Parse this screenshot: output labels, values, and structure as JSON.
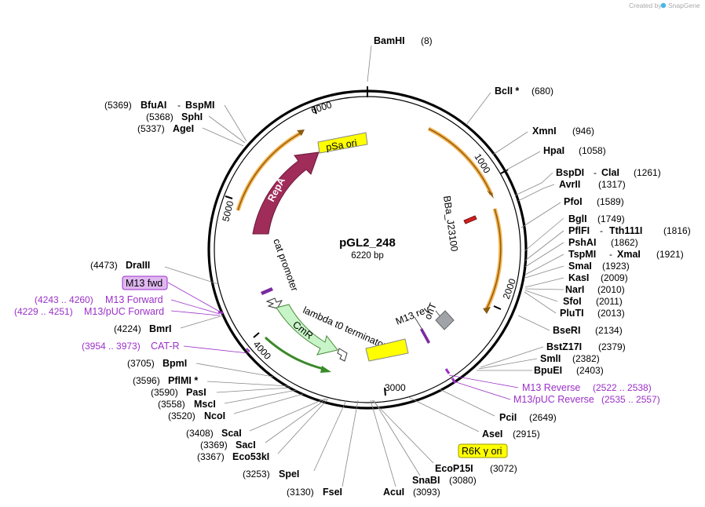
{
  "credit": {
    "prefix": "Created by",
    "brand": "SnapGene"
  },
  "plasmid": {
    "name": "pGL2_248",
    "size_label": "6220 bp"
  },
  "ticks": [
    "1000",
    "2000",
    "3000",
    "4000",
    "5000",
    "6000"
  ],
  "features": {
    "psa_ori": "pSa ori",
    "repa": "RepA",
    "bba": "BBa_J23100",
    "cat_promoter": "cat promoter",
    "lambda": "lambda t0 terminator",
    "cmr": "CmR",
    "m13rev": "M13 rev",
    "orit": "oriT"
  },
  "sites": [
    {
      "name": "BamHI",
      "num": "(8)"
    },
    {
      "name": "BclI *",
      "num": "(680)"
    },
    {
      "name": "XmnI",
      "num": "(946)"
    },
    {
      "name": "HpaI",
      "num": "(1058)"
    },
    {
      "name": "BspDI",
      "name2": "ClaI",
      "num": "(1261)"
    },
    {
      "name": "AvrII",
      "num": "(1317)"
    },
    {
      "name": "PfoI",
      "num": "(1589)"
    },
    {
      "name": "BglI",
      "num": "(1749)"
    },
    {
      "name": "PflFI",
      "name2": "Tth111I",
      "num": "(1816)"
    },
    {
      "name": "PshAI",
      "num": "(1862)"
    },
    {
      "name": "TspMI",
      "name2": "XmaI",
      "num": "(1921)"
    },
    {
      "name": "SmaI",
      "num": "(1923)"
    },
    {
      "name": "KasI",
      "num": "(2009)"
    },
    {
      "name": "NarI",
      "num": "(2010)"
    },
    {
      "name": "SfoI",
      "num": "(2011)"
    },
    {
      "name": "PluTI",
      "num": "(2013)"
    },
    {
      "name": "BseRI",
      "num": "(2134)"
    },
    {
      "name": "BstZ17I",
      "num": "(2379)"
    },
    {
      "name": "SmlI",
      "num": "(2382)"
    },
    {
      "name": "BpuEI",
      "num": "(2403)"
    },
    {
      "name": "PciI",
      "num": "(2649)"
    },
    {
      "name": "AseI",
      "num": "(2915)"
    },
    {
      "name": "EcoP15I",
      "num": "(3072)"
    },
    {
      "name": "SnaBI",
      "num": "(3080)"
    },
    {
      "name": "AcuI",
      "num": "(3093)"
    },
    {
      "name": "FseI",
      "num": "(3130)"
    },
    {
      "name": "SpeI",
      "num": "(3253)"
    },
    {
      "name": "Eco53kI",
      "num": "(3367)"
    },
    {
      "name": "SacI",
      "num": "(3369)"
    },
    {
      "name": "ScaI",
      "num": "(3408)"
    },
    {
      "name": "NcoI",
      "num": "(3520)"
    },
    {
      "name": "MscI",
      "num": "(3558)"
    },
    {
      "name": "PasI",
      "num": "(3590)"
    },
    {
      "name": "PflMI *",
      "num": "(3596)"
    },
    {
      "name": "BpmI",
      "num": "(3705)"
    },
    {
      "name": "BmrI",
      "num": "(4224)"
    },
    {
      "name": "DraIII",
      "num": "(4473)"
    },
    {
      "name": "AgeI",
      "num": "(5337)"
    },
    {
      "name": "SphI",
      "num": "(5368)"
    },
    {
      "name": "BfuAI",
      "name2": "BspMI",
      "num": "(5369)"
    }
  ],
  "primers": [
    {
      "name": "M13 Reverse",
      "num": "(2522 .. 2538)"
    },
    {
      "name": "M13/pUC Reverse",
      "num": "(2535 .. 2557)"
    },
    {
      "name": "CAT-R",
      "num": "(3954 .. 3973)"
    },
    {
      "name": "M13/pUC Forward",
      "num": "(4229 .. 4251)"
    },
    {
      "name": "M13 Forward",
      "num": "(4243 .. 4260)"
    }
  ],
  "boxed_labels": {
    "m13_fwd": "M13 fwd",
    "r6k": "R6K γ ori"
  },
  "colors": {
    "backbone": "#000000",
    "orange": "#f5b24d",
    "repa": "#a02c5a",
    "pSa_ori": "#ffff00",
    "cmr": "#c8f5c8",
    "cmr_arrow": "#3a8a2a",
    "primer": "#9b30c8",
    "r6k_box": "#ffff00",
    "m13_fwd_box": "#e0b8f0",
    "orit": "#a0a4a8",
    "bba": "#d42020"
  }
}
